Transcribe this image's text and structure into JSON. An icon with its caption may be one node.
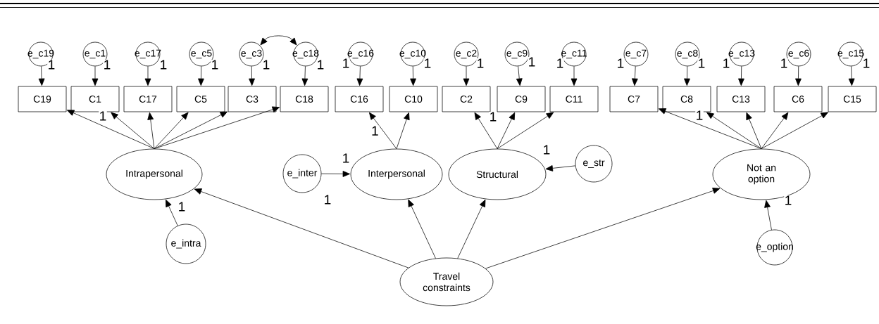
{
  "diagram": {
    "nodes": [
      {
        "text": [
          "e_c19"
        ]
      },
      {
        "text": [
          "e_c1"
        ]
      },
      {
        "text": [
          "e_c17"
        ]
      },
      {
        "text": [
          "e_c5"
        ]
      },
      {
        "text": [
          "e_c3"
        ]
      },
      {
        "text": [
          "e_c18"
        ]
      },
      {
        "text": [
          "e_c16"
        ]
      },
      {
        "text": [
          "e_c10"
        ]
      },
      {
        "text": [
          "e_c2"
        ]
      },
      {
        "text": [
          "e_c9"
        ]
      },
      {
        "text": [
          "e_c11"
        ]
      },
      {
        "text": [
          "e_c7"
        ]
      },
      {
        "text": [
          "e_c8"
        ]
      },
      {
        "text": [
          "e_c13"
        ]
      },
      {
        "text": [
          "e_c6"
        ]
      },
      {
        "text": [
          "e_c15"
        ]
      },
      {
        "text": [
          "C19"
        ]
      },
      {
        "text": [
          "C1"
        ]
      },
      {
        "text": [
          "C17"
        ]
      },
      {
        "text": [
          "C5"
        ]
      },
      {
        "text": [
          "C3"
        ]
      },
      {
        "text": [
          "C18"
        ]
      },
      {
        "text": [
          "C16"
        ]
      },
      {
        "text": [
          "C10"
        ]
      },
      {
        "text": [
          "C2"
        ]
      },
      {
        "text": [
          "C9"
        ]
      },
      {
        "text": [
          "C11"
        ]
      },
      {
        "text": [
          "C7"
        ]
      },
      {
        "text": [
          "C8"
        ]
      },
      {
        "text": [
          "C13"
        ]
      },
      {
        "text": [
          "C6"
        ]
      },
      {
        "text": [
          "C15"
        ]
      },
      {
        "text": [
          "Intrapersonal"
        ]
      },
      {
        "text": [
          "e_inter"
        ]
      },
      {
        "text": [
          "Interpersonal"
        ]
      },
      {
        "text": [
          "Structural"
        ]
      },
      {
        "text": [
          "e_str"
        ]
      },
      {
        "text": [
          "Not an option"
        ]
      },
      {
        "text": [
          "e_intra"
        ]
      },
      {
        "text": [
          "e_option"
        ]
      },
      {
        "text": [
          "Travel constraints"
        ]
      }
    ],
    "edges": [
      {
        "from": 0,
        "to": 16,
        "arrow": "to",
        "label": "1"
      },
      {
        "from": 1,
        "to": 17,
        "arrow": "to",
        "label": "1"
      },
      {
        "from": 2,
        "to": 18,
        "arrow": "to",
        "label": "1"
      },
      {
        "from": 3,
        "to": 19,
        "arrow": "to",
        "label": "1"
      },
      {
        "from": 4,
        "to": 20,
        "arrow": "to",
        "label": "1"
      },
      {
        "from": 5,
        "to": 21,
        "arrow": "to",
        "label": "1"
      },
      {
        "from": 6,
        "to": 22,
        "arrow": "to",
        "label": "1"
      },
      {
        "from": 7,
        "to": 23,
        "arrow": "to",
        "label": "1"
      },
      {
        "from": 8,
        "to": 24,
        "arrow": "to",
        "label": "1"
      },
      {
        "from": 9,
        "to": 25,
        "arrow": "to",
        "label": "1"
      },
      {
        "from": 10,
        "to": 26,
        "arrow": "to",
        "label": "1"
      },
      {
        "from": 11,
        "to": 27,
        "arrow": "to",
        "label": "1"
      },
      {
        "from": 12,
        "to": 28,
        "arrow": "to",
        "label": "1"
      },
      {
        "from": 13,
        "to": 29,
        "arrow": "to",
        "label": "1"
      },
      {
        "from": 14,
        "to": 30,
        "arrow": "to",
        "label": "1"
      },
      {
        "from": 15,
        "to": 31,
        "arrow": "to",
        "label": "1"
      },
      {
        "from": 4,
        "to": 5,
        "arrow": "both"
      },
      {
        "from": 32,
        "to": 16,
        "arrow": "to"
      },
      {
        "from": 32,
        "to": 17,
        "arrow": "to",
        "label": "1"
      },
      {
        "from": 32,
        "to": 18,
        "arrow": "to"
      },
      {
        "from": 32,
        "to": 19,
        "arrow": "to"
      },
      {
        "from": 32,
        "to": 20,
        "arrow": "to"
      },
      {
        "from": 32,
        "to": 21,
        "arrow": "to"
      },
      {
        "from": 34,
        "to": 22,
        "arrow": "to",
        "label": "1"
      },
      {
        "from": 34,
        "to": 23,
        "arrow": "to"
      },
      {
        "from": 35,
        "to": 24,
        "arrow": "to",
        "label": "1"
      },
      {
        "from": 35,
        "to": 25,
        "arrow": "to"
      },
      {
        "from": 35,
        "to": 26,
        "arrow": "to"
      },
      {
        "from": 37,
        "to": 27,
        "arrow": "to"
      },
      {
        "from": 37,
        "to": 28,
        "arrow": "to",
        "label": "1"
      },
      {
        "from": 37,
        "to": 29,
        "arrow": "to"
      },
      {
        "from": 37,
        "to": 30,
        "arrow": "to"
      },
      {
        "from": 37,
        "to": 31,
        "arrow": "to"
      },
      {
        "from": 38,
        "to": 32,
        "arrow": "to",
        "label": "1"
      },
      {
        "from": 33,
        "to": 34,
        "arrow": "to",
        "label": "1"
      },
      {
        "from": 36,
        "to": 35,
        "arrow": "to",
        "label": "1"
      },
      {
        "from": 39,
        "to": 37,
        "arrow": "to",
        "label": "1"
      },
      {
        "from": 40,
        "to": 32,
        "arrow": "to",
        "label": "1"
      },
      {
        "from": 40,
        "to": 34,
        "arrow": "to"
      },
      {
        "from": 40,
        "to": 35,
        "arrow": "to"
      },
      {
        "from": 40,
        "to": 37,
        "arrow": "to"
      }
    ]
  }
}
